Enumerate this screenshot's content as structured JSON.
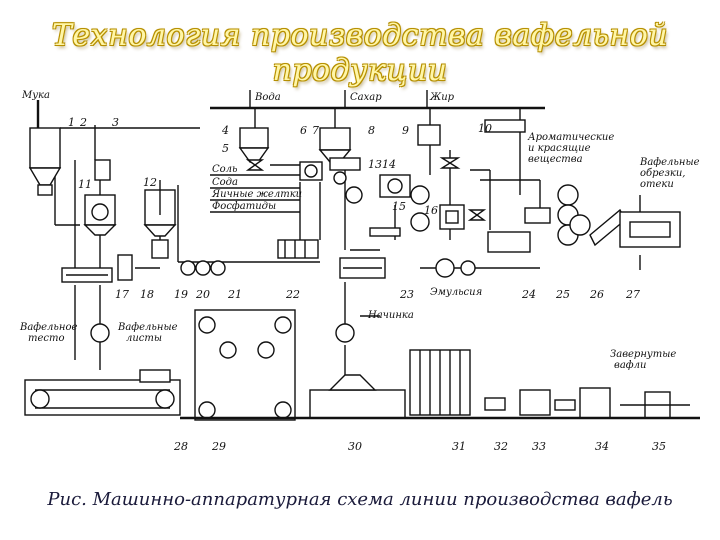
{
  "title": "Технология производства вафельной продукции",
  "caption": "Рис. Машинно-аппаратурная схема линии производства вафель",
  "colors": {
    "title_fill": "#fff6a8",
    "title_outline": "#b08a00",
    "caption": "#1a1a3a",
    "lines": "#111111"
  },
  "labels": {
    "flour": "Мука",
    "water": "Вода",
    "sugar": "Сахар",
    "fat": "Жир",
    "aromatic": [
      "Ароматические",
      "и красящие",
      "вещества"
    ],
    "scraps": [
      "Вафельные",
      "обрезки,",
      "отеки"
    ],
    "ingredients": [
      "Соль",
      "Сода",
      "Яичные желтки",
      "Фосфатиды"
    ],
    "emulsion": "Эмульсия",
    "filling": "Начинка",
    "wafer_dough": [
      "Вафельное",
      "тесто"
    ],
    "wafer_sheets": [
      "Вафельные",
      "листы"
    ],
    "wrapped": [
      "Завернутые",
      "вафли"
    ]
  },
  "numbers": [
    "1",
    "2",
    "3",
    "4",
    "5",
    "6",
    "7",
    "8",
    "9",
    "10",
    "11",
    "12",
    "13",
    "14",
    "15",
    "16",
    "17",
    "18",
    "19",
    "20",
    "21",
    "22",
    "23",
    "24",
    "25",
    "26",
    "27",
    "28",
    "29",
    "30",
    "31",
    "32",
    "33",
    "34",
    "35"
  ]
}
